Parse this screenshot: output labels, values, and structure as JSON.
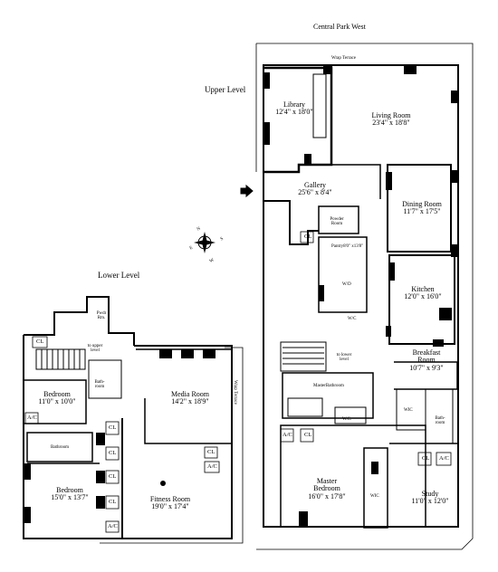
{
  "street": "Central Park West",
  "levels": {
    "upper": "Upper Level",
    "lower": "Lower Level"
  },
  "upper": {
    "terrace": "Wrap Terrace",
    "library": {
      "name": "Library",
      "dim": "12'4\" x 18'0\""
    },
    "living": {
      "name": "Living Room",
      "dim": "23'4\" x 18'8\""
    },
    "gallery": {
      "name": "Gallery",
      "dim": "25'6\" x 8'4\""
    },
    "dining": {
      "name": "Dining Room",
      "dim": "11'7\" x 17'5\""
    },
    "powder": "Powder Room",
    "pantry": {
      "name": "Pantry",
      "dim1": "8'0\" x",
      "dim2": "13'8\""
    },
    "wd": "W/D",
    "kitchen": {
      "name": "Kitchen",
      "dim": "12'0\" x 16'0\""
    },
    "wic1": "W/C",
    "to_lower": "to lower level",
    "breakfast": {
      "name": "Breakfast",
      "name2": "Room",
      "dim": "10'7\" x 9'3\""
    },
    "master_bath": {
      "name": "Master",
      "name2": "Bathroom"
    },
    "wic2": "WIC",
    "wc": "W.C.",
    "bath": "Bath- room",
    "master_bed": {
      "name": "Master",
      "name2": "Bedroom",
      "dim": "16'0\" x 17'8\""
    },
    "wic3": "WIC",
    "study": {
      "name": "Study",
      "dim": "11'0\" x 12'0\""
    },
    "cl": "CL",
    "ac": "A/C"
  },
  "lower": {
    "terrace": "Wrap Terrace",
    "pwdr": "Pwdr Rm.",
    "to_upper": "to upper level",
    "bedroom1": {
      "name": "Bedroom",
      "dim": "11'0\" x 10'0\""
    },
    "bath1": "Bath- room",
    "media": {
      "name": "Media Room",
      "dim": "14'2\" x 18'9\""
    },
    "bathroom": "Bathroom",
    "bedroom2": {
      "name": "Bedroom",
      "dim": "15'0\" x 13'7\""
    },
    "fitness": {
      "name": "Fitness Room",
      "dim": "19'0\" x 17'4\""
    },
    "cl": "CL",
    "ac": "A/C"
  },
  "compass": {
    "n": "N",
    "s": "S",
    "e": "E",
    "w": "W"
  }
}
